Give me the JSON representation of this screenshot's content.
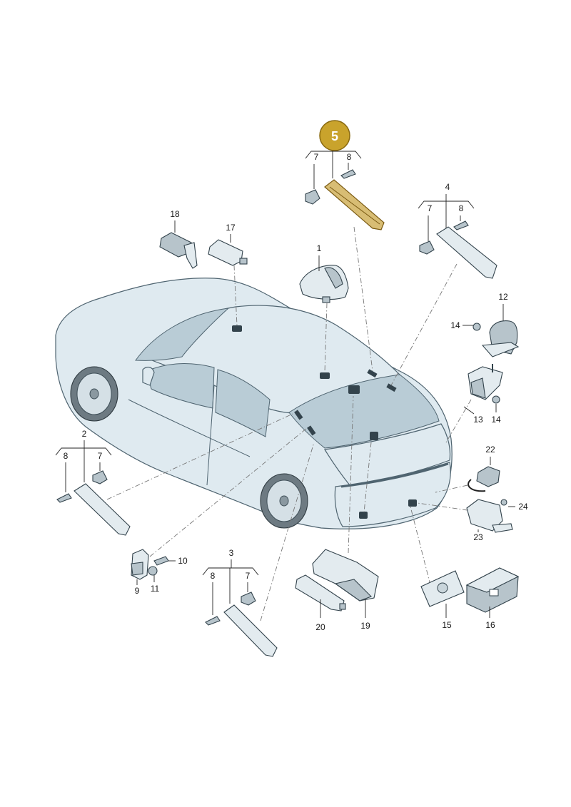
{
  "badge": {
    "label": "5",
    "color": "#c9a32c"
  },
  "labels": {
    "n1": "1",
    "n2": "2",
    "n3": "3",
    "n4": "4",
    "n7a": "7",
    "n8a": "8",
    "n7b": "7",
    "n8b": "8",
    "n7c": "7",
    "n8c": "8",
    "n7d": "7",
    "n8d": "8",
    "n9": "9",
    "n10": "10",
    "n11": "11",
    "n12": "12",
    "n13": "13",
    "n14a": "14",
    "n14b": "14",
    "n15": "15",
    "n16": "16",
    "n17": "17",
    "n18": "18",
    "n19": "19",
    "n20": "20",
    "n22": "22",
    "n23": "23",
    "n24": "24"
  },
  "colors": {
    "highlight": "#d8bd74",
    "car_body": "#dfeaf0",
    "glass": "#b9ccd6"
  }
}
